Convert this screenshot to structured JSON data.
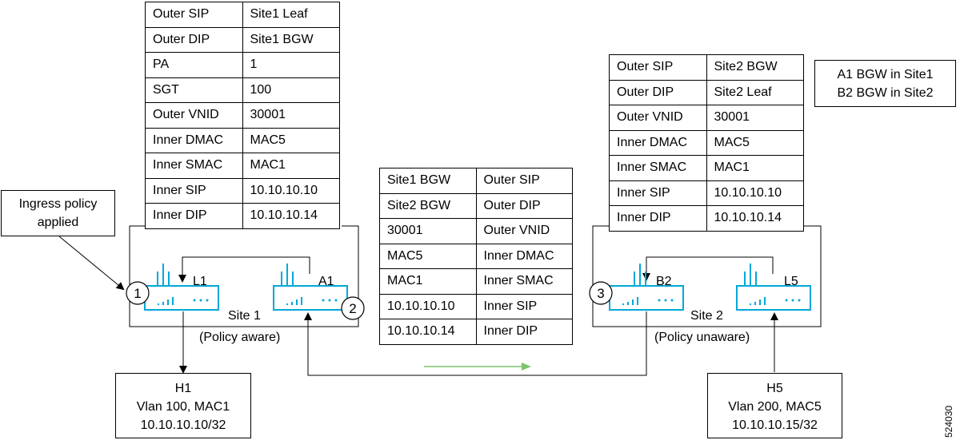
{
  "tables": {
    "site1_header": [
      [
        "Outer SIP",
        "Site1 Leaf"
      ],
      [
        "Outer DIP",
        "Site1 BGW"
      ],
      [
        "PA",
        "1"
      ],
      [
        "SGT",
        "100"
      ],
      [
        "Outer VNID",
        "30001"
      ],
      [
        "Inner DMAC",
        "MAC5"
      ],
      [
        "Inner SMAC",
        "MAC1"
      ],
      [
        "Inner SIP",
        "10.10.10.10"
      ],
      [
        "Inner DIP",
        "10.10.10.14"
      ]
    ],
    "transit_header": [
      [
        "Site1 BGW",
        "Outer SIP"
      ],
      [
        "Site2 BGW",
        "Outer DIP"
      ],
      [
        "30001",
        "Outer VNID"
      ],
      [
        "MAC5",
        "Inner DMAC"
      ],
      [
        "MAC1",
        "Inner SMAC"
      ],
      [
        "10.10.10.10",
        "Inner SIP"
      ],
      [
        "10.10.10.14",
        "Inner DIP"
      ]
    ],
    "site2_header": [
      [
        "Outer SIP",
        "Site2 BGW"
      ],
      [
        "Outer DIP",
        "Site2 Leaf"
      ],
      [
        "Outer VNID",
        "30001"
      ],
      [
        "Inner DMAC",
        "MAC5"
      ],
      [
        "Inner SMAC",
        "MAC1"
      ],
      [
        "Inner SIP",
        "10.10.10.10"
      ],
      [
        "Inner DIP",
        "10.10.10.14"
      ]
    ]
  },
  "legend": {
    "line1": "A1 BGW in Site1",
    "line2": "B2 BGW in Site2"
  },
  "callout": {
    "line1": "Ingress policy",
    "line2": "applied"
  },
  "switches": {
    "l1": "L1",
    "a1": "A1",
    "b2": "B2",
    "l5": "L5"
  },
  "steps": {
    "s1": "1",
    "s2": "2",
    "s3": "3"
  },
  "sites": {
    "site1": "Site 1",
    "site1_mode": "(Policy aware)",
    "site2": "Site 2",
    "site2_mode": "(Policy unaware)"
  },
  "hosts": {
    "h1": {
      "name": "H1",
      "detail": "Vlan 100, MAC1",
      "ip": "10.10.10.10/32"
    },
    "h5": {
      "name": "H5",
      "detail": "Vlan 200, MAC5",
      "ip": "10.10.10.15/32"
    }
  },
  "figure_id": "524030",
  "colors": {
    "switch": "#00A8D8",
    "flow_arrow": "#7DC36B",
    "line": "#000000"
  }
}
